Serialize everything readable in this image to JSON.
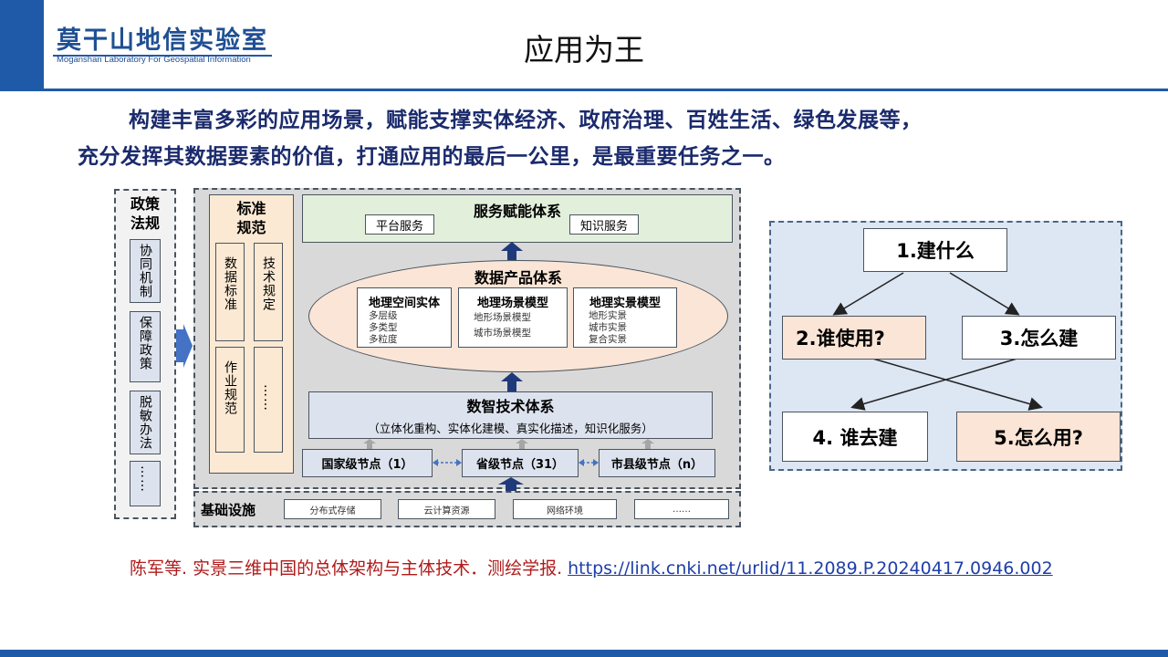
{
  "header": {
    "logo_cn": "莫干山地信实验室",
    "logo_en": "Moganshan Laboratory For Geospatial Information",
    "title": "应用为王"
  },
  "intro": {
    "line1": "构建丰富多彩的应用场景，赋能支撑实体经济、政府治理、百姓生活、绿色发展等，",
    "line2": "充分发挥其数据要素的价值，打通应用的最后一公里，是最重要任务之一。"
  },
  "diagram": {
    "policy": {
      "title_line1": "政策",
      "title_line2": "法规",
      "items": [
        "协同机制",
        "保障政策",
        "脱敏办法",
        "……"
      ]
    },
    "standards": {
      "title_line1": "标准",
      "title_line2": "规范",
      "items": [
        "数据标准",
        "技术规定",
        "作业规范",
        "……"
      ]
    },
    "service": {
      "title": "服务赋能体系",
      "items": [
        "平台服务",
        "知识服务"
      ]
    },
    "product": {
      "title": "数据产品体系",
      "groups": [
        {
          "title": "地理空间实体",
          "items": [
            "多层级",
            "多类型",
            "多粒度"
          ]
        },
        {
          "title": "地理场景模型",
          "items": [
            "地形场景模型",
            "城市场景模型"
          ]
        },
        {
          "title": "地理实景模型",
          "items": [
            "地形实景",
            "城市实景",
            "复合实景"
          ]
        }
      ]
    },
    "tech": {
      "title": "数智技术体系",
      "subtitle": "（立体化重构、实体化建模、真实化描述，知识化服务）"
    },
    "nodes": [
      "国家级节点（1）",
      "省级节点（31）",
      "市县级节点（n）"
    ],
    "infra": {
      "title": "基础设施",
      "items": [
        "分布式存储",
        "云计算资源",
        "网络环境",
        "……"
      ]
    },
    "colors": {
      "frame_gray": "#d9d9d9",
      "service_green": "#e2efda",
      "product_peach": "#fbe5d6",
      "tech_blue": "#dde3ee",
      "arrow_navy": "#1f3a7a",
      "grey_arrow": "#a6a6a6"
    }
  },
  "questions": {
    "q1": "1.建什么",
    "q2": "2.谁使用?",
    "q3": "3.怎么建",
    "q4": "4. 谁去建",
    "q5": "5.怎么用?",
    "colors": {
      "panel": "#dde6f3",
      "highlight": "#fbe5d6",
      "plain": "#ffffff"
    }
  },
  "citation": {
    "text": "陈军等. 实景三维中国的总体架构与主体技术．测绘学报.",
    "link": "https://link.cnki.net/urlid/11.2089.P.20240417.0946.002"
  },
  "theme": {
    "brand_blue": "#1f5aa8",
    "citation_red": "#b01a1a",
    "intro_navy": "#1a2a6c"
  }
}
